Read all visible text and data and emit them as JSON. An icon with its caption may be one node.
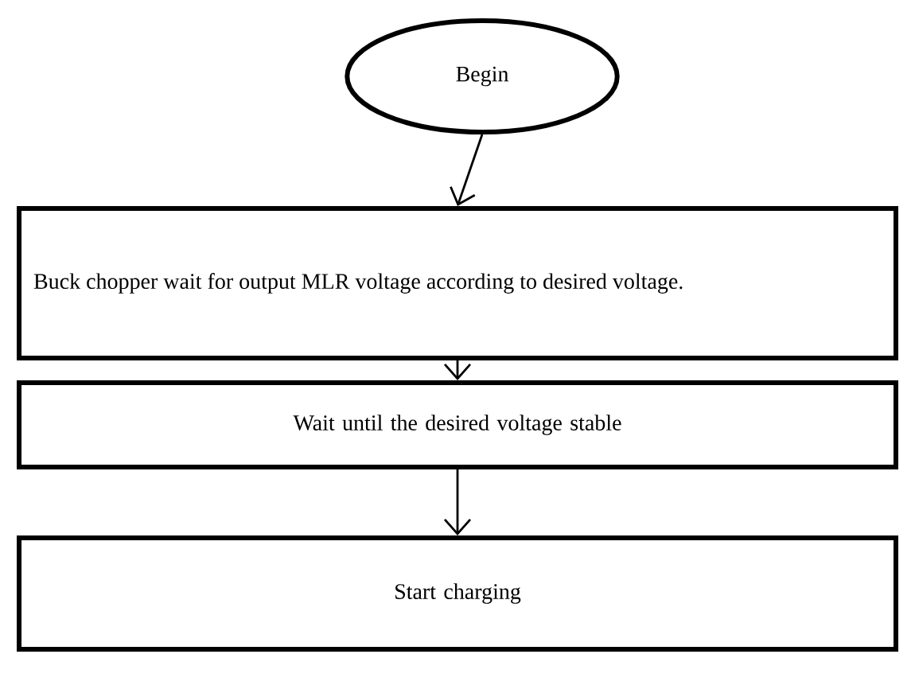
{
  "diagram": {
    "nodes": [
      {
        "text": [
          "Begin"
        ]
      },
      {
        "text": [
          "Buck chopper wait for output MLR voltage according to desired voltage."
        ]
      },
      {
        "text": [
          "Wait until the desired voltage stable"
        ]
      },
      {
        "text": [
          "Start charging"
        ]
      }
    ],
    "edges": [
      {
        "from": 0,
        "to": 1,
        "arrow": "to"
      },
      {
        "from": 1,
        "to": 2,
        "arrow": "to"
      },
      {
        "from": 2,
        "to": 3,
        "arrow": "to"
      }
    ]
  }
}
